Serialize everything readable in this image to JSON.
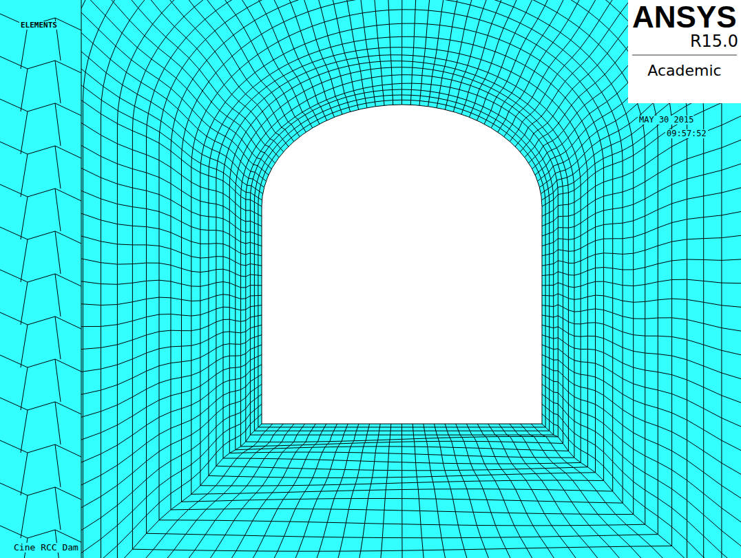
{
  "diagram": {
    "nodes": [
      {
        "text": [
          "ANSYS",
          "R15.0",
          "Academic"
        ]
      }
    ],
    "labels": [
      "ELEMENTS",
      "MAY 30 2015",
      "09:57:52",
      "Cine RCC Dam"
    ]
  }
}
